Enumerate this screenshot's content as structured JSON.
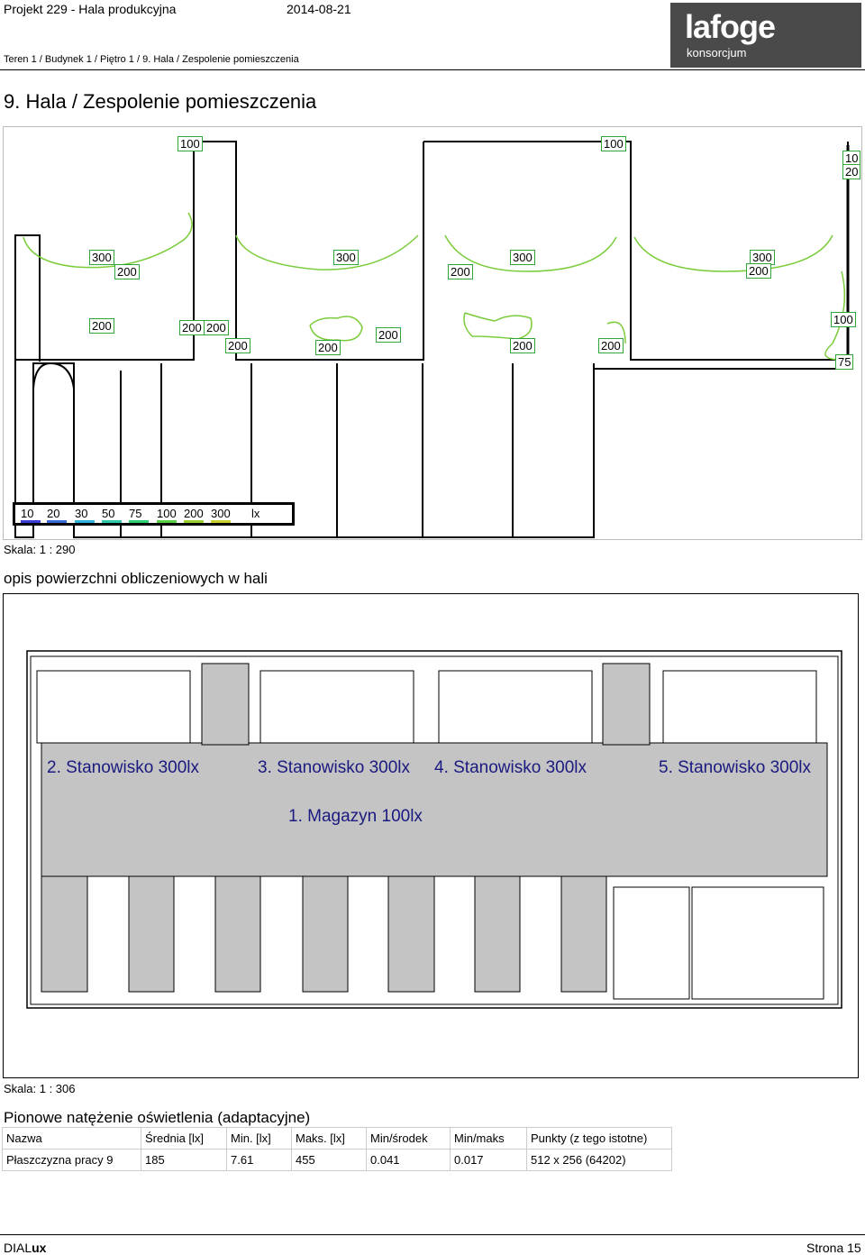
{
  "header": {
    "project": "Projekt 229 - Hala produkcyjna",
    "date": "2014-08-21",
    "breadcrumb": "Teren 1 / Budynek 1 / Piętro 1 / 9. Hala / Zespolenie pomieszczenia",
    "logo_main": "lafoge",
    "logo_sub": "konsorcjum"
  },
  "section_title": "9. Hala / Zespolenie pomieszczenia",
  "isolines": {
    "labels": [
      "100",
      "100",
      "10",
      "20",
      "300",
      "200",
      "300",
      "200",
      "300",
      "300",
      "200",
      "200",
      "200",
      "200",
      "200",
      "200",
      "200",
      "200",
      "200",
      "200",
      "100",
      "75"
    ],
    "legend": [
      "10",
      "20",
      "30",
      "50",
      "75",
      "100",
      "200",
      "300",
      "lx"
    ],
    "legend_colors": [
      "#3b3bd6",
      "#3b6ad6",
      "#30b0d8",
      "#2cc8a8",
      "#2cd070",
      "#56d040",
      "#9ad030",
      "#c8d030"
    ],
    "scale": "Skala: 1 : 290"
  },
  "surfaces": {
    "title": "opis powierzchni obliczeniowych w hali",
    "labels": [
      "2. Stanowisko 300lx",
      "3. Stanowisko 300lx",
      "4. Stanowisko 300lx",
      "5. Stanowisko 300lx",
      "1. Magazyn 100lx"
    ],
    "scale": "Skala: 1 : 306"
  },
  "results": {
    "title": "Pionowe natężenie oświetlenia (adaptacyjne)",
    "headers": [
      "Nazwa",
      "Średnia [lx]",
      "Min. [lx]",
      "Maks. [lx]",
      "Min/środek",
      "Min/maks",
      "Punkty (z tego istotne)"
    ],
    "row": [
      "Płaszczyzna pracy 9",
      "185",
      "7.61",
      "455",
      "0.041",
      "0.017",
      "512 x 256 (64202)"
    ]
  },
  "footer": {
    "logo_a": "DIAL",
    "logo_b": "ux",
    "page": "Strona 15"
  }
}
